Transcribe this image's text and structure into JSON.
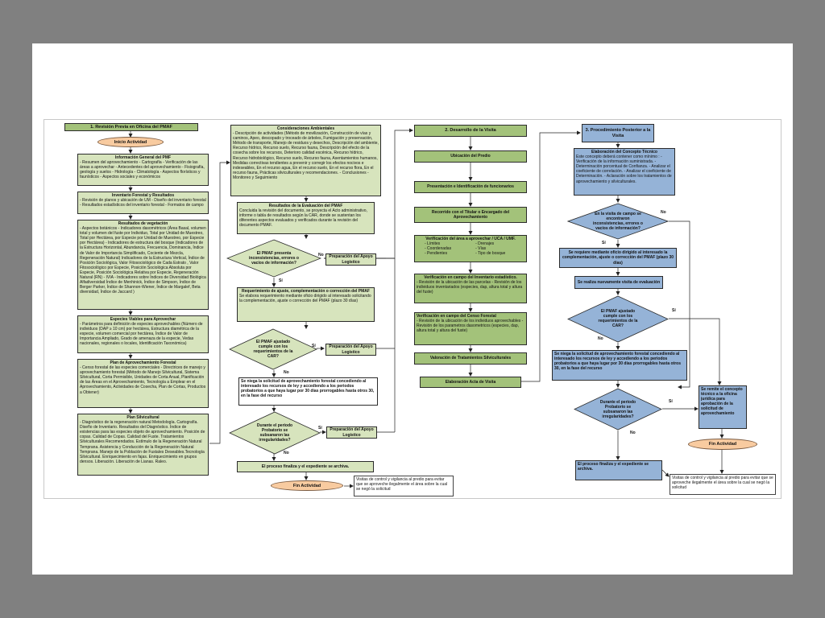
{
  "col1": {
    "step1": "1. Revisión Previa en Oficina del PMAF",
    "start": "Inicio Actividad",
    "info_general": {
      "title": "Información General del PMF",
      "text": "- Resumen del aprovechamiento - Cartografía - Verificación de las áreas a aprovechar - Antecedentes del aprovechamiento - Fisiografía, geología y suelos - Hidrología - Climatología - Aspectos florísticos y faunísticos - Aspectos sociales y económicos"
    },
    "inventario": {
      "title": "Inventario Forestal y Resultados",
      "text": "- Revisión de planos y ubicación de UM - Diseño del inventario forestal - Resultados estadísticos del inventario forestal - Formatos de campo"
    },
    "vegetacion": {
      "title": "Resultados de vegetación",
      "text": "- Aspectos botánicos - Indicadores dasométricos (Área Basal, volumen total y volumen del fuste por Individuo, Total por Unidad de Muestreo, Total por Hectárea, por Especie por Unidad de Muestreo, por Especie por Hectárea) - Indicadores de estructura del bosque (Indicadores de la Estructura Horizontal, Abundancia, Frecuencia, Dominancia, Índice de Valor de Importancia Simplificado, Cociente de Mezcla, Regeneración Natural) Indicadores de la Estructura Vertical, Índice de Posición Sociológica, Valor Fitosociológico de Cada Estrato , Valor Fitosociológico por Especie, Posición Sociológica Absoluta por Especie, Posición Sociológica Relativa por Especie, Regeneración Natural (RN) - IVIA - Indicadores sobre Índices de Diversidad Biológica Alfadiversidad Índice de Menhinick, Índice de Simpson, Índice de Berger Parker, Índice de Shannon-Wiener, Índice de Margalef, Beta diversidad, Índice de Jaccard )"
    },
    "especies": {
      "title": "Especies Viables para Aprovechar",
      "text": "- Parámetros para definición de especies aprovechables (Número de individuos (DAP ≥ 10 cm) por hectárea, Estructura diamétrica de la especie, volumen comercial por hectárea, Índice de Valor de Importancia Ampliado, Grado de amenaza de la especie, Vedas nacionales, regionales o locales, Identificación Taxonómica)"
    },
    "plan_aprov": {
      "title": "Plan de Aprovechamiento Forestal",
      "text": "- Censo forestal de las especies comerciales - Directrices de manejo y aprovechamiento forestal (Método de Manejo Silvicultural, Sistema Silvicultural, Corta Permisible, Unidades de Corta Anual, Planificación de las Áreas en el Aprovechamiento, Tecnología a Emplear en el Aprovechamiento, Actividades de Cosecha, Plan de Cortas, Productos a Obtener)"
    },
    "plan_silv": {
      "title": "Plan Silvicultural",
      "text": "- Diagnóstico de la regeneración natural Metodología. Cartografía. Diseño de Inventario. Resultados del Diagnóstico. Índice de existencias para las especies objeto de aprovechamiento. Posición de copas. Calidad de Copas. Calidad del Fuste. Tratamientos Silviculturales Recomendados. Estímulo de la Regeneración Natural Temprana. Asistencia y Conducción de la Regeneración Natural Temprana. Manejo de la Población de Fustales Deseables.Tecnología Silvicultural. Enriquecimiento en fajas. Enriquecimiento en grupos densos. Liberación. Liberación de Lianas. Raleo."
    }
  },
  "col2": {
    "ambientales": {
      "title": "Consideraciones Ambientales",
      "text": "- Descripción de actividades (Método de movilización, Construcción de vías y caminos, Apeo, descopado y troceado de árboles, Fumigación y preservación, Método de transporte, Manejo de residuos y desechos, Descripción del ambiente, Recurso hídrico, Recurso suelo, Recurso fauna, Descripción del efecto de la cosecha sobre los recursos, Deterioro calidad escénica, Recurso hídrico, Recurso hidrobiológico, Recurso suelo, Recurso fauna, Asentamientos humanos, Medidas correctivas tendientes a prevenir y corregir los efectos nocivos e indeseables, En el recurso agua, En el recurso suelo, En el recurso flora, En el recurso fauna, Prácticas silviculturales y recomendaciones. - Conclusiones - Monitoreo y Seguimiento"
    },
    "evaluacion": {
      "title": "Resultados de la Evaluación del PMAF",
      "text": "Concluida la revisión del documento, se proyecta el Acto administrativo, informe o tabla de resultados según la CAR, donde se sustentan los diferentes aspectos evaluados y verificados durante la revisión del documento PMAF."
    },
    "d1": "El PMAF presenta inconsistencias, errores o vacíos de información?",
    "prep1": "Preparación del Apoyo Logístico",
    "requerimiento": {
      "title": "Requerimiento de ajuste, complementación o corrección del PMAF",
      "text": "Se elabora requerimiento mediante oficio dirigido al interesado solicitando la complementación, ajuste o corrección del PMAF (plazo 30 días)"
    },
    "d2": "El PMAF ajustado cumple con los requerimientos de la CAR?",
    "prep2": "Preparación del Apoyo Logístico",
    "niega": "Se niega la solicitud de aprovechamiento forestal concediendo al interesado los recursos de ley y accediendo a los periodos probatorios a que haya lugar por 30 días prorrogables hasta otros 30, en la fase del recurso",
    "d3": "Durante el periodo Probatorio se subsanaron las irregularidades?",
    "prep3": "Preparación del Apoyo Logístico",
    "archiva": "El proceso finaliza y el expediente se archiva.",
    "end": "Fin Actividad",
    "visitas": "Visitas de control y vigilancia al predio para evitar que se aproveche ilegalmente el área sobre la cual se negó la solicitud",
    "no": "No",
    "si": "Sí"
  },
  "col3": {
    "step2": "2. Desarrollo de la Visita",
    "ubicacion": "Ubicación del Predio",
    "presentacion": "Presentación e Identificación de funcionarios",
    "recorrido": "Recorrido con el Titular o Encargado del Aprovechamiento",
    "verificacion_area": {
      "title": "Verificación del área a aprovechar / UCA / UMF.",
      "left": [
        "- Límites",
        "- Coordenadas",
        "- Pendientes"
      ],
      "right": [
        "- Drenajes",
        "- Vías",
        "- Tipo de bosque"
      ]
    },
    "verificacion_inventario": {
      "title": "Verificación en campo del Inventario estadístico.",
      "text": "- Revisión de la ubicación de las parcelas - Revisión de los individuos inventariados (especies, dap, altura total y altura del fuste)"
    },
    "verificacion_censo": {
      "title": "Verificación en campo del Censo Forestal",
      "text": "- Revisión de la ubicación de los individuos aprovechables - Revisión de los parametros dasometricos (especies, dap, altura total y altura del fuste)"
    },
    "valoracion": "Valoración de Tratamientos Silviculturales",
    "acta": "Elaboración Acta de Visita"
  },
  "col4": {
    "step3": "3. Procedimiento Posterior a la Visita",
    "concepto": {
      "title": "Elaboración del Concepto Técnico",
      "text": "Este concepto deberá contener como mínimo : - Verificación de la información suministrada. - Determinación porcentual de Confianza. - Analizar el coeficiente de correlación. - Analizar el coeficiente de Determinación. - Aclaración sobre los tratamientos de aprovechamiento y silviculturales."
    },
    "d4": "En la visita de campo se encontraron inconsistencias, errores o vacíos de información?",
    "requiere": "Se requiere mediante oficio dirigido al interesado la complementación, ajuste o corrección del PMAF (plazo 30 días)",
    "nueva_visita": "Se realiza nuevamente visita de evaluación",
    "d5": "El PMAF ajustado cumple con los requerimientos de la CAR?",
    "niega": "Se niega la solicitud de aprovechamiento forestal concediendo al interesado los recursos de ley y accediendo a los periodos probatorios a que haya lugar por 30 días prorrogables hasta otros 30, en la fase del recurso",
    "d6": "Durante el periodo Probatorio se subsanaron las irregularidades?",
    "remite": "Se remite el concepto técnico a la oficina jurídica para aprobación de la solicitud de aprovechamiento",
    "end": "Fin Actividad",
    "archiva": "El proceso finaliza y el expediente se archiva.",
    "visitas": "Visitas de control y vigilancia al predio para evitar que se aproveche ilegalmente el área sobre la cual se negó la solicitud",
    "no": "No",
    "si": "Sí"
  },
  "colors": {
    "light_green": "#d7e4bd",
    "dark_green": "#a3c27a",
    "blue": "#95b3d7",
    "terminator": "#f8cba0",
    "background": "#808080"
  }
}
